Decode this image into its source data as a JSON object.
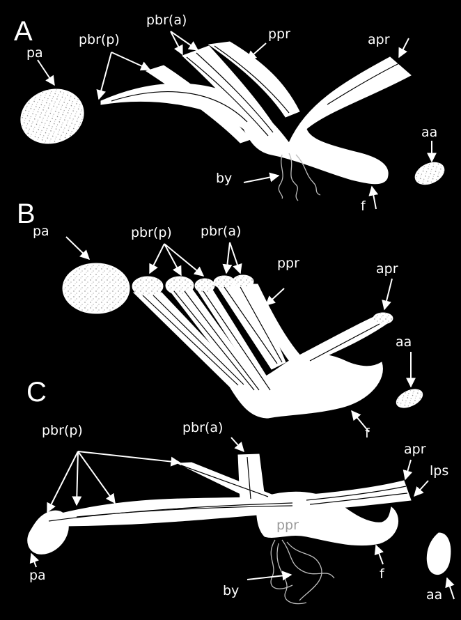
{
  "panels": [
    {
      "letter": "A",
      "labels": {
        "pa": "pa",
        "pbr_p": "pbr(p)",
        "pbr_a": "pbr(a)",
        "ppr": "ppr",
        "apr": "apr",
        "aa": "aa",
        "by": "by",
        "f": "f"
      }
    },
    {
      "letter": "B",
      "labels": {
        "pa": "pa",
        "pbr_p": "pbr(p)",
        "pbr_a": "pbr(a)",
        "ppr": "ppr",
        "apr": "apr",
        "aa": "aa",
        "f": "f"
      }
    },
    {
      "letter": "C",
      "labels": {
        "pbr_p": "pbr(p)",
        "pbr_a": "pbr(a)",
        "apr": "apr",
        "lps": "lps",
        "ppr": "ppr",
        "pa": "pa",
        "by": "by",
        "f": "f",
        "aa": "aa"
      }
    }
  ],
  "colors": {
    "background": "#000000",
    "drawing": "#ffffff",
    "byssus": "#bdbdbd"
  }
}
